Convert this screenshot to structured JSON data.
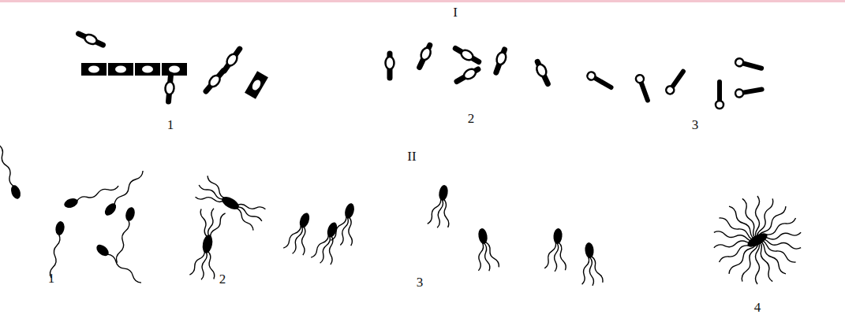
{
  "diagram": {
    "labels": [
      "I",
      "1",
      "2",
      "3",
      "II",
      "1",
      "2",
      "3",
      "4"
    ]
  }
}
